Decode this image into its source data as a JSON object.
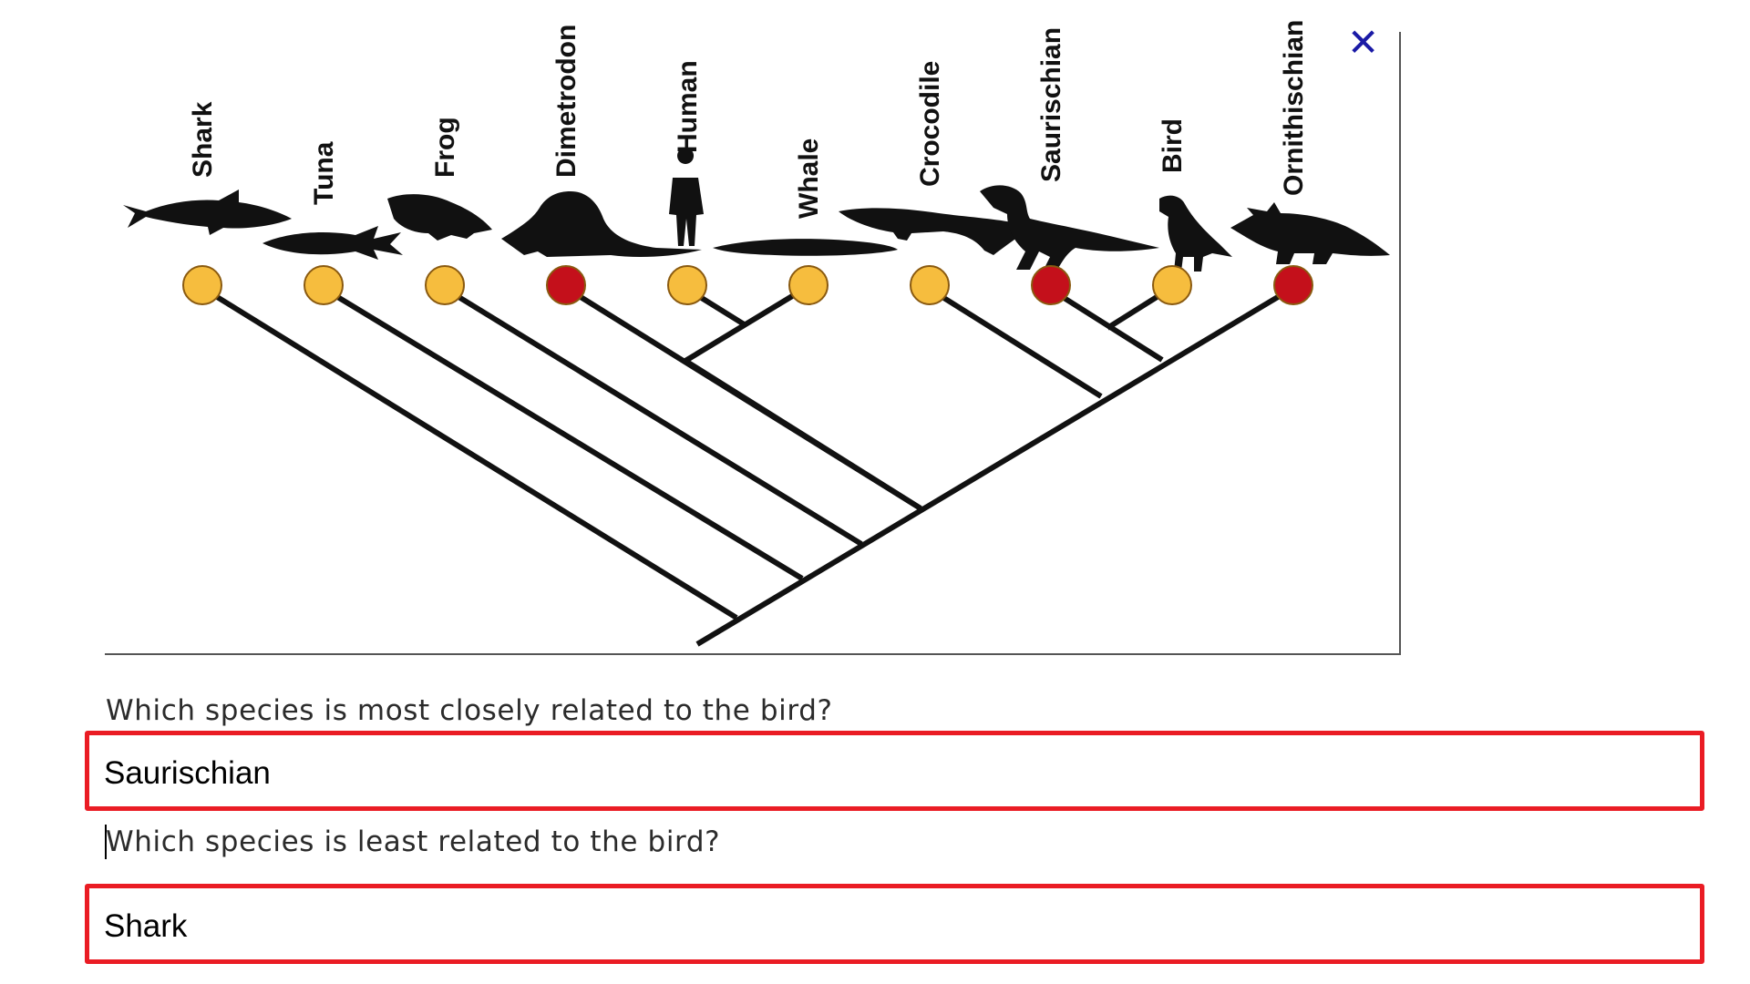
{
  "figure": {
    "close_symbol": "✕",
    "taxa": [
      {
        "name": "Shark",
        "node": "yellow"
      },
      {
        "name": "Tuna",
        "node": "yellow"
      },
      {
        "name": "Frog",
        "node": "yellow"
      },
      {
        "name": "Dimetrodon",
        "node": "red"
      },
      {
        "name": "Human",
        "node": "yellow"
      },
      {
        "name": "Whale",
        "node": "yellow"
      },
      {
        "name": "Crocodile",
        "node": "yellow"
      },
      {
        "name": "Saurischian",
        "node": "red"
      },
      {
        "name": "Bird",
        "node": "yellow"
      },
      {
        "name": "Ornithischian",
        "node": "red"
      }
    ],
    "colors": {
      "yellow": "#f6bd3e",
      "red": "#c4101b",
      "line": "#111111",
      "frame": "#555555",
      "close": "#1a1aa6"
    }
  },
  "questions": [
    {
      "prompt": "Which species is most closely related to the bird?",
      "answer": "Saurischian"
    },
    {
      "prompt": "Which species is least related to the bird?",
      "answer": "Shark"
    }
  ],
  "accent": "#ea1c24"
}
